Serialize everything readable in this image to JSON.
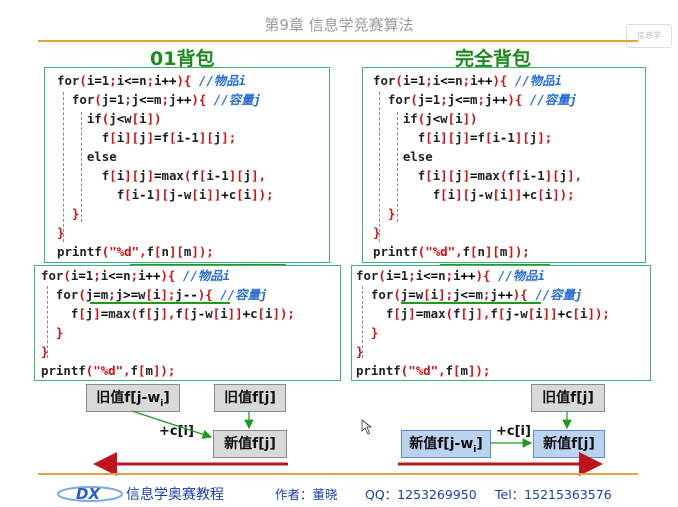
{
  "slide": {
    "chapter_title": "第9章  信息学竞赛算法",
    "corner_logo": "信息学",
    "heading_left": "01背包",
    "heading_right": "完全背包"
  },
  "code_left_top": [
    "for(i=1;i<=n;i++){ //物品i",
    "  for(j=1;j<=m;j++){ //容量j",
    "    if(j<w[i])",
    "      f[i][j]=f[i-1][j];",
    "    else",
    "      f[i][j]=max(f[i-1][j],",
    "        f[i-1][j-w[i]]+c[i]);",
    "  }",
    "}",
    "printf(\"%d\",f[n][m]);"
  ],
  "code_right_top": [
    "for(i=1;i<=n;i++){ //物品i",
    "  for(j=1;j<=m;j++){ //容量j",
    "    if(j<w[i])",
    "      f[i][j]=f[i-1][j];",
    "    else",
    "      f[i][j]=max(f[i-1][j],",
    "        f[i][j-w[i]]+c[i]);",
    "  }",
    "}",
    "printf(\"%d\",f[n][m]);"
  ],
  "code_left_bottom": [
    "for(i=1;i<=n;i++){ //物品i",
    "  for(j=m;j>=w[i];j--){ //容量j",
    "    f[j]=max(f[j],f[j-w[i]]+c[i]);",
    "  }",
    "}",
    "printf(\"%d\",f[m]);"
  ],
  "code_right_bottom": [
    "for(i=1;i<=n;i++){ //物品i",
    "  for(j=w[i];j<=m;j++){ //容量j",
    "    f[j]=max(f[j],f[j-w[i]]+c[i]);",
    "  }",
    "}",
    "printf(\"%d\",f[m]);"
  ],
  "diagram_left": {
    "old_value_shift": "旧值f[j-w",
    "old_value_shift_sub": "i",
    "old_value_shift_close": "]",
    "old_value": "旧值f[j]",
    "add_label": "+c[i]",
    "new_value": "新值f[j]"
  },
  "diagram_right": {
    "old_value": "旧值f[j]",
    "new_value_shift": "新值f[j-w",
    "new_value_shift_sub": "i",
    "new_value_shift_close": "]",
    "add_label": "+c[i]",
    "new_value": "新值f[j]"
  },
  "footer": {
    "course": "信息学奥赛教程",
    "author": "作者：董晓",
    "qq": "QQ：1253269950",
    "tel": "Tel：15215363576"
  },
  "colors": {
    "accent_orange": "#e8a23c",
    "heading_green": "#1e8a1e",
    "box_border": "#3db56e",
    "arrow_red": "#c0141c",
    "comment_blue": "#2a6fd6"
  }
}
